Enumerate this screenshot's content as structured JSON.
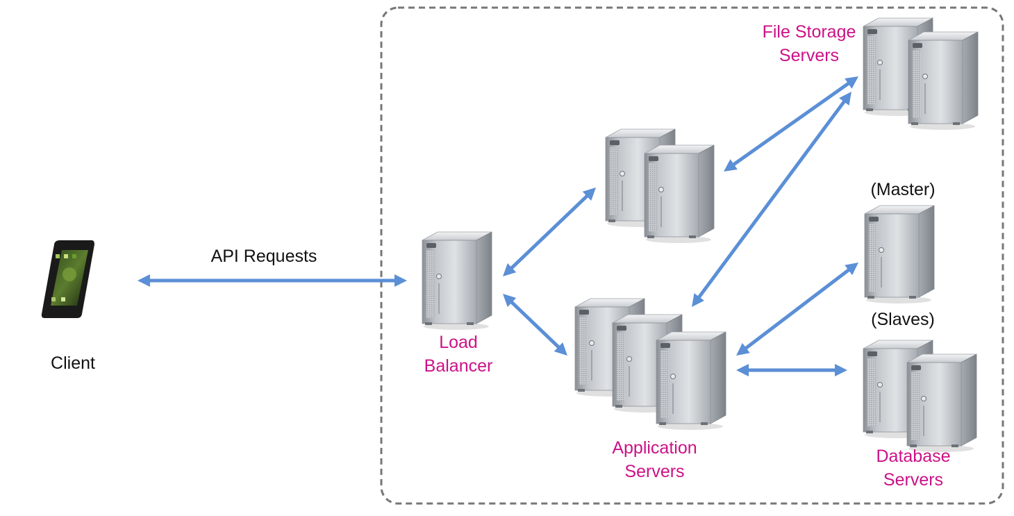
{
  "labels": {
    "client": "Client",
    "api_requests": "API Requests",
    "load_balancer": [
      "Load",
      "Balancer"
    ],
    "file_storage": [
      "File Storage",
      "Servers"
    ],
    "application": [
      "Application",
      "Servers"
    ],
    "database": [
      "Database",
      "Servers"
    ],
    "master": "(Master)",
    "slaves": "(Slaves)"
  },
  "colors": {
    "arrow": "#5b8fd6",
    "accent_label": "#cc1187",
    "plain_label": "#111111",
    "boundary": "#777777"
  },
  "icons": {
    "client": "smartphone-icon",
    "server": "server-tower-icon"
  }
}
